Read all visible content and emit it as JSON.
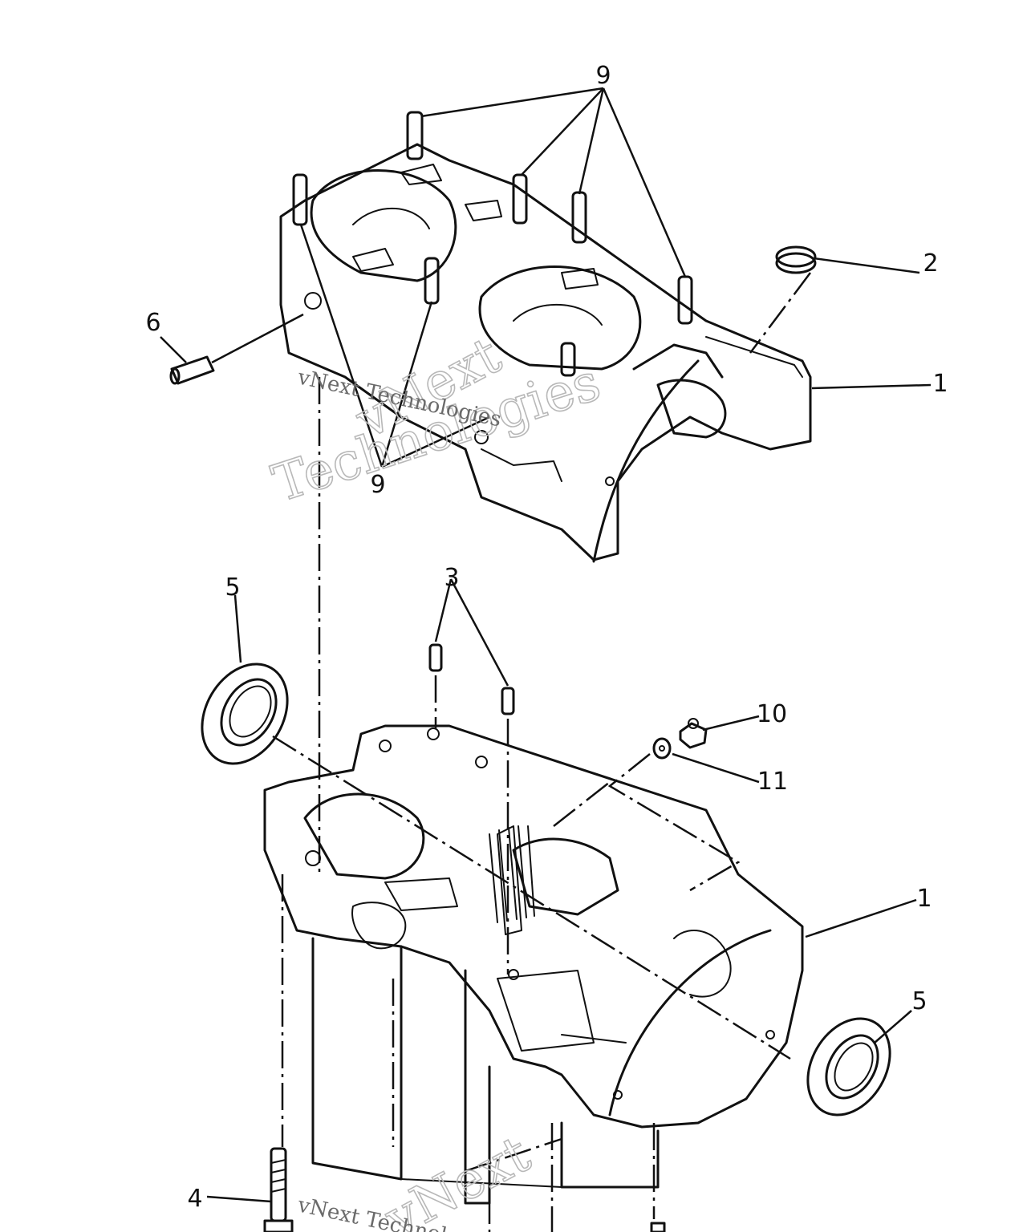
{
  "callouts": {
    "top_9": "9",
    "top_9_lower": "9",
    "c2": "2",
    "c1_upper": "1",
    "c6": "6",
    "c5_left": "5",
    "c3": "3",
    "c10": "10",
    "c11": "11",
    "c1_lower": "1",
    "c5_right": "5",
    "c4": "4"
  },
  "watermarks": {
    "upper_large_1": "vNext",
    "upper_large_2": "Technologies",
    "upper_small": "vNext Technologies",
    "lower_large": "vNext",
    "lower_small": "vNext Technologies"
  }
}
